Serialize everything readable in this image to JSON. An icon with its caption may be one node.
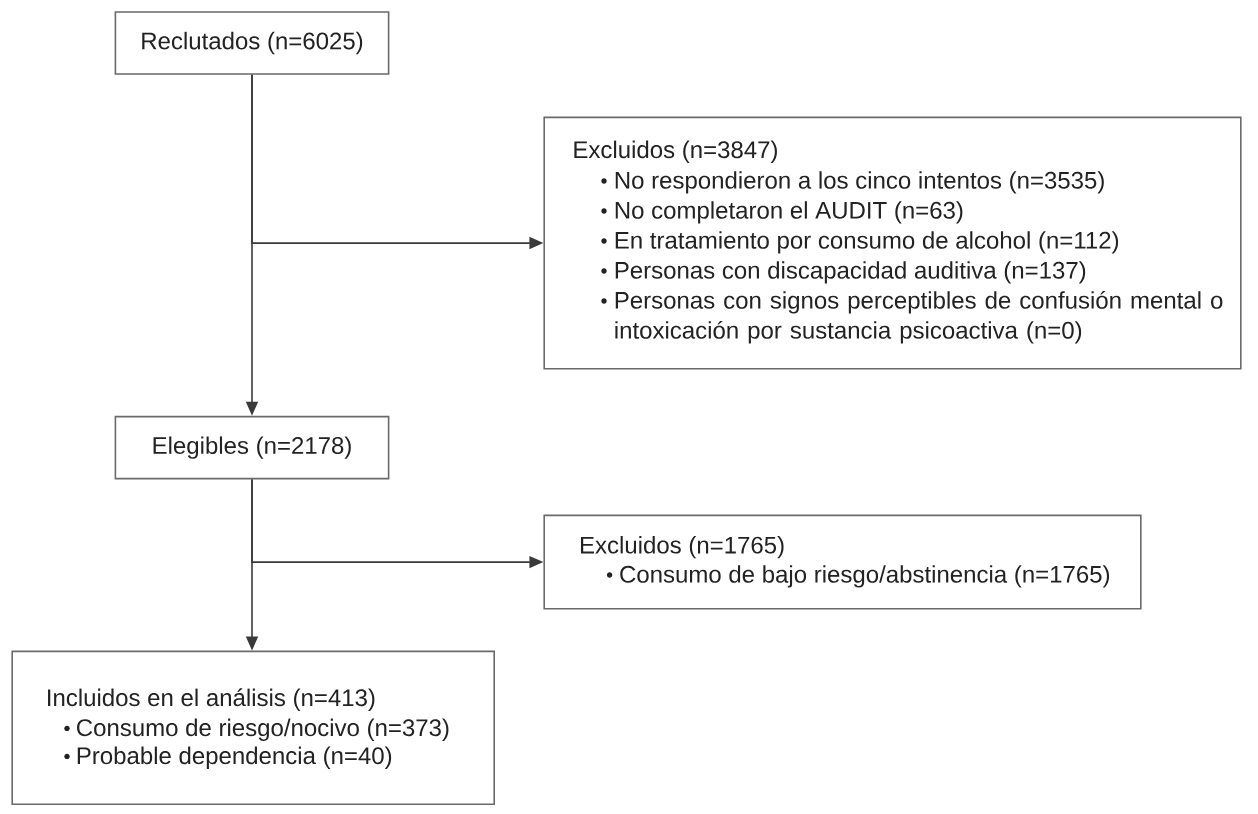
{
  "diagram": {
    "nodes": [
      {
        "text": [
          "Reclutados (n=6025)"
        ]
      },
      {
        "text": [
          "Excluidos (n=3847)",
          "No respondieron a los cinco intentos (n=3535)",
          "No completaron el AUDIT (n=63)",
          "En tratamiento por consumo de alcohol (n=112)",
          "Personas con discapacidad auditiva (n=137)",
          "Personas con signos perceptibles de confusión mental o intoxicación por sustancia psicoactiva (n=0)"
        ]
      },
      {
        "text": [
          "Elegibles (n=2178)"
        ]
      },
      {
        "text": [
          "Excluidos (n=1765)",
          "Consumo de bajo riesgo/abstinencia (n=1765)"
        ]
      },
      {
        "text": [
          "Incluidos en el análisis (n=413)",
          "Consumo de riesgo/nocivo (n=373)",
          "Probable dependencia (n=40)"
        ]
      }
    ],
    "edges": [
      {
        "from": 0,
        "to": 1,
        "arrow": "to"
      },
      {
        "from": 0,
        "to": 2,
        "arrow": "to"
      },
      {
        "from": 2,
        "to": 3,
        "arrow": "to"
      },
      {
        "from": 2,
        "to": 4,
        "arrow": "to"
      }
    ]
  }
}
